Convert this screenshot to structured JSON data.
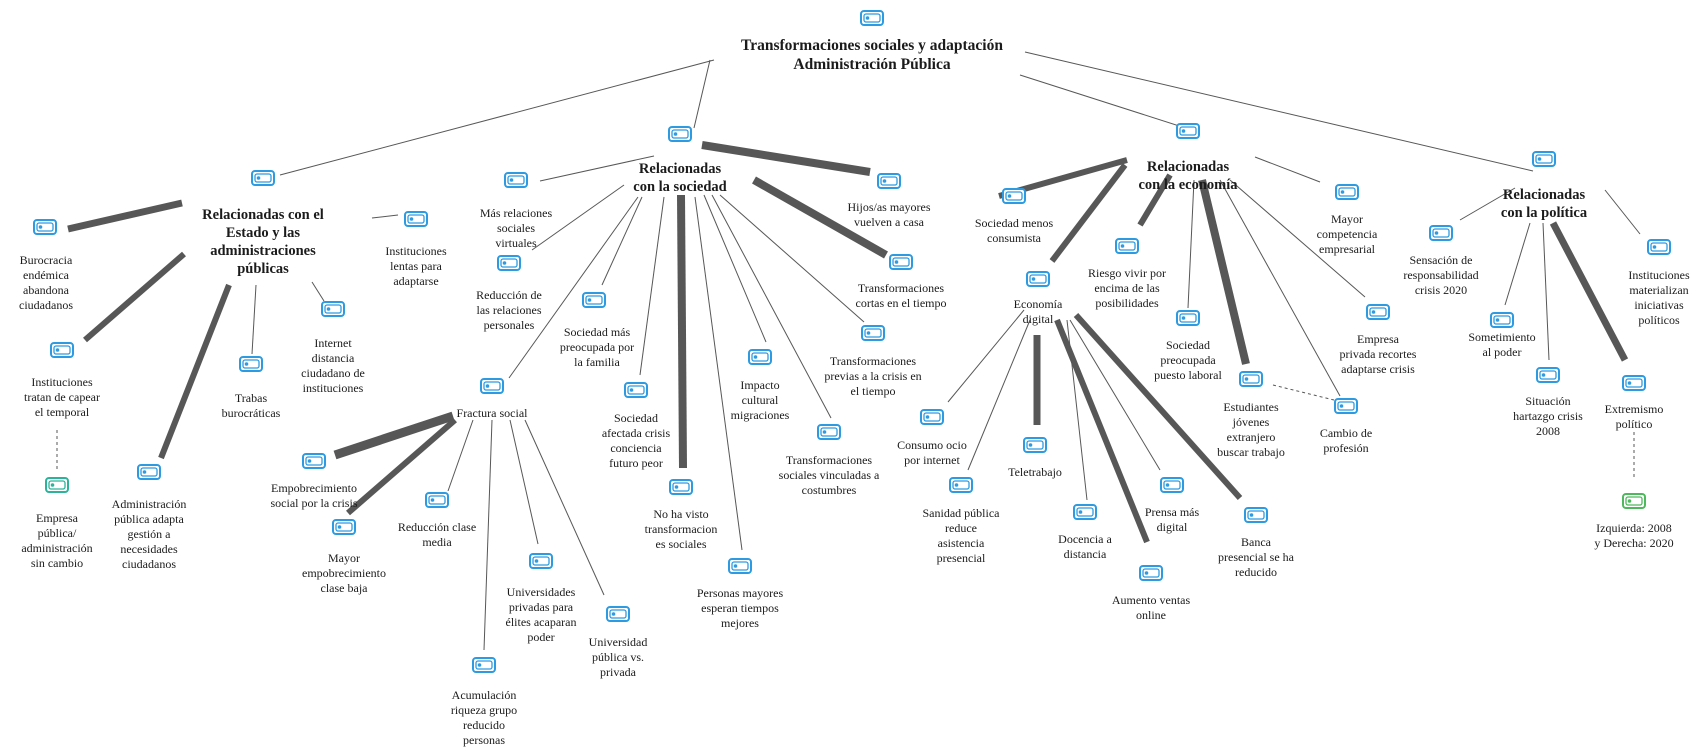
{
  "colors": {
    "icon_blue": "#2e9be0",
    "icon_green": "#4db85c",
    "icon_teal": "#2cb39a",
    "edge": "#575757"
  },
  "nodes": {
    "root": "Transformaciones sociales y adaptación\nAdministración Pública",
    "estado": "Relacionadas con el\nEstado y las\nadministraciones\npúblicas",
    "sociedad": "Relacionadas\ncon la sociedad",
    "economia": "Relacionadas\ncon la economía",
    "politica": "Relacionadas\ncon la política",
    "burocracia": "Burocracia\nendémica\nabandona\nciudadanos",
    "instituciones_temporal": "Instituciones\ntratan de capear\nel temporal",
    "empresa_publica": "Empresa\npública/\nadministración\nsin cambio",
    "admin_adapta": "Administración\npública adapta\ngestión a\nnecesidades\nciudadanos",
    "trabas": "Trabas\nburocráticas",
    "internet_distancia": "Internet\ndistancia\nciudadano de\ninstituciones",
    "instituciones_lentas": "Instituciones\nlentas para\nadaptarse",
    "mas_relaciones": "Más relaciones\nsociales\nvirtuales",
    "reduccion_relaciones": "Reducción de\nlas relaciones\npersonales",
    "preocupada_familia": "Sociedad más\npreocupada por\nla familia",
    "fractura": "Fractura social",
    "empobrecimiento": "Empobrecimiento\nsocial por la crisis",
    "mayor_empobrecimiento": "Mayor\nempobrecimiento\nclase baja",
    "reduccion_clase": "Reducción clase\nmedia",
    "acumulacion": "Acumulación\nriqueza grupo\nreducido\npersonas",
    "univ_privadas": "Universidades\nprivadas para\nélites acaparan\npoder",
    "univ_publica": "Universidad\npública vs.\nprivada",
    "afectada": "Sociedad\nafectada crisis\nconciencia\nfuturo peor",
    "no_visto": "No ha visto\ntransformacion\nes sociales",
    "personas_mayores": "Personas mayores\nesperan tiempos\nmejores",
    "impacto": "Impacto\ncultural\nmigraciones",
    "vinculadas": "Transformaciones\nsociales vinculadas a\ncostumbres",
    "previas": "Transformaciones\nprevias a la crisis en\nel tiempo",
    "cortas": "Transformaciones\ncortas en el tiempo",
    "hijos": "Hijos/as mayores\nvuelven a casa",
    "menos_consumista": "Sociedad menos\nconsumista",
    "economia_digital": "Economía\ndigital",
    "consumo_ocio": "Consumo ocio\npor internet",
    "sanidad": "Sanidad pública\nreduce\nasistencia\npresencial",
    "teletrabajo": "Teletrabajo",
    "docencia": "Docencia a\ndistancia",
    "aumento_ventas": "Aumento ventas\nonline",
    "prensa": "Prensa más\ndigital",
    "banca": "Banca\npresencial se ha\nreducido",
    "riesgo": "Riesgo vivir por\nencima de las\nposibilidades",
    "preocupada_laboral": "Sociedad\npreocupada\npuesto laboral",
    "estudiantes": "Estudiantes\njóvenes\nextranjero\nbuscar trabajo",
    "cambio_profesion": "Cambio de\nprofesión",
    "empresa_privada": "Empresa\nprivada recortes\nadaptarse crisis",
    "competencia": "Mayor\ncompetencia\nempresarial",
    "responsabilidad": "Sensación de\nresponsabilidad\ncrisis 2020",
    "sometimiento": "Sometimiento\nal poder",
    "hartazgo": "Situación\nhartazgo crisis\n2008",
    "extremismo": "Extremismo\npolítico",
    "izquierda": "Izquierda: 2008\ny Derecha: 2020",
    "inst_materializan": "Instituciones\nmaterializan\niniciativas\npolíticos"
  }
}
